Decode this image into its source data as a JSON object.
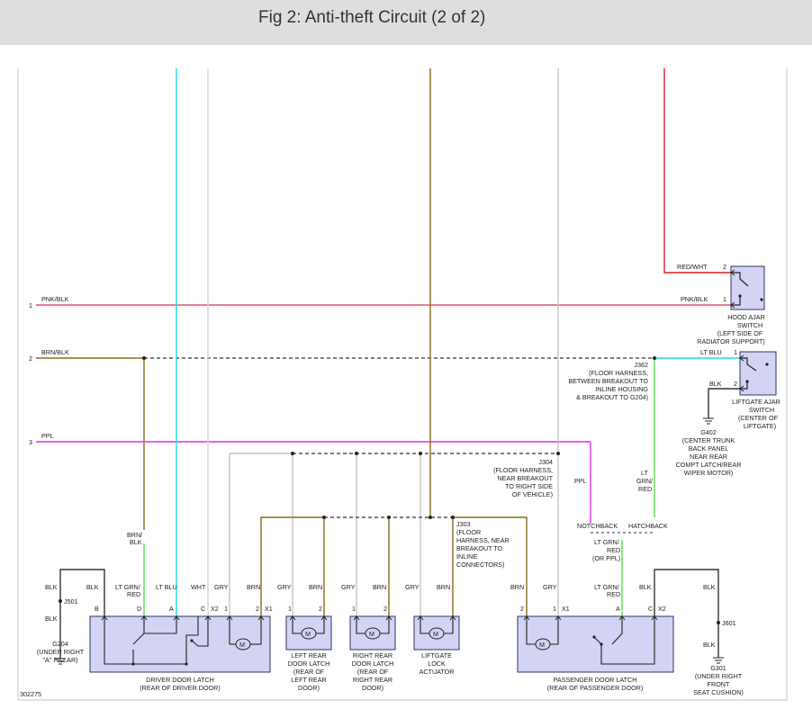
{
  "title": "Fig 2: Anti-theft Circuit (2 of 2)",
  "diagram_id": "302275",
  "colors": {
    "background": "#ffffff",
    "title_bar": "#dedede",
    "component_fill": "#d3d3f3",
    "component_stroke": "#333366",
    "pnk": "#e2546c",
    "brn": "#8a6a1e",
    "ppl": "#e22ee2",
    "lt_blu": "#22d8e6",
    "gry": "#c6c6c6",
    "lt_grn": "#55dd55",
    "red": "#d92020",
    "blk": "#333333"
  },
  "rows": {
    "r1": {
      "num": "1",
      "wire": "PNK/BLK"
    },
    "r2": {
      "num": "2",
      "wire": "BRN/BLK"
    },
    "r3": {
      "num": "3",
      "wire": "PPL"
    }
  },
  "hood": {
    "wire_top": "RED/WHT",
    "pin_top": "2",
    "wire_bot": "PNK/BLK",
    "pin_bot": "1",
    "label": [
      "HOOD AJAR",
      "SWITCH",
      "(LEFT SIDE OF",
      "RADIATOR SUPPORT)"
    ]
  },
  "liftgate_ajar": {
    "wire_top": "LT BLU",
    "pin_top": "1",
    "wire_bot": "BLK",
    "pin_bot": "2",
    "label": [
      "LIFTGATE AJAR",
      "SWITCH",
      "(CENTER OF",
      "LIFTGATE)"
    ]
  },
  "g402": {
    "label": [
      "G402",
      "(CENTER TRUNK",
      "BACK PANEL",
      "NEAR REAR",
      "COMPT LATCH/REAR",
      "WIPER MOTOR)"
    ]
  },
  "j362": {
    "label": [
      "J362",
      "(FLOOR HARNESS,",
      "BETWEEN BREAKOUT TO",
      "INLINE HOUSING",
      "& BREAKOUT TO G204)"
    ]
  },
  "j304": {
    "label": [
      "J304",
      "(FLOOR HARNESS,",
      "NEAR BREAKOUT",
      "TO RIGHT SIDE",
      "OF VEHICLE)"
    ]
  },
  "j303": {
    "label": [
      "J303",
      "(FLOOR",
      "HARNESS, NEAR",
      "BREAKOUT TO",
      "INLINE",
      "CONNECTORS)"
    ]
  },
  "ppl_branch": {
    "wire": "PPL",
    "lt_grn_red": [
      "LT",
      "GRN/",
      "RED"
    ],
    "notchback": "NOTCHBACK",
    "hatchback": "HATCHBACK"
  },
  "driver_latch": {
    "wires": [
      {
        "color": "BLK",
        "pin": "B"
      },
      {
        "color": "LT GRN/\nRED",
        "pin": "D"
      },
      {
        "color": "LT BLU",
        "pin": "A"
      },
      {
        "color": "WHT",
        "pin": "C"
      },
      {
        "color": "",
        "pin": "X2"
      },
      {
        "color": "GRY",
        "pin": "1"
      },
      {
        "color": "BRN",
        "pin": "2"
      },
      {
        "color": "",
        "pin": "X1"
      }
    ],
    "brn_blk": [
      "BRN/",
      "BLK"
    ],
    "label": [
      "DRIVER DOOR LATCH",
      "(REAR OF DRIVER DOOR)"
    ]
  },
  "g204": {
    "blk1": "BLK",
    "j501": "J501",
    "blk2": "BLK",
    "label": [
      "G204",
      "(UNDER RIGHT",
      "\"A\" PILLAR)"
    ]
  },
  "lr_latch": {
    "w1": "GRY",
    "p1": "1",
    "w2": "BRN",
    "p2": "2",
    "label": [
      "LEFT REAR",
      "DOOR LATCH",
      "(REAR OF",
      "LEFT REAR",
      "DOOR)"
    ]
  },
  "rr_latch": {
    "w1": "GRY",
    "p1": "1",
    "w2": "BRN",
    "p2": "2",
    "label": [
      "RIGHT REAR",
      "DOOR LATCH",
      "(REAR OF",
      "RIGHT REAR",
      "DOOR)"
    ]
  },
  "lg_actuator": {
    "w1": "GRY",
    "w2": "BRN",
    "label": [
      "LIFTGATE",
      "LOCK",
      "ACTUATOR"
    ]
  },
  "pass_latch": {
    "wires": [
      {
        "color": "BRN",
        "pin": "2"
      },
      {
        "color": "GRY",
        "pin": "1"
      },
      {
        "color": "",
        "pin": "X1"
      },
      {
        "color": "LT GRN/\nRED",
        "pin": "A"
      },
      {
        "color": "BLK",
        "pin": "C"
      },
      {
        "color": "",
        "pin": "X2"
      }
    ],
    "lt_grn_red_ppl": [
      "LT GRN/",
      "RED",
      "(OR PPL)"
    ],
    "label": [
      "PASSENGER DOOR LATCH",
      "(REAR OF PASSENGER DOOR)"
    ]
  },
  "g301": {
    "blk1": "BLK",
    "j601": "J601",
    "blk2": "BLK",
    "label": [
      "G301",
      "(UNDER RIGHT",
      "FRONT",
      "SEAT CUSHION)"
    ]
  },
  "motor_symbol": "M"
}
